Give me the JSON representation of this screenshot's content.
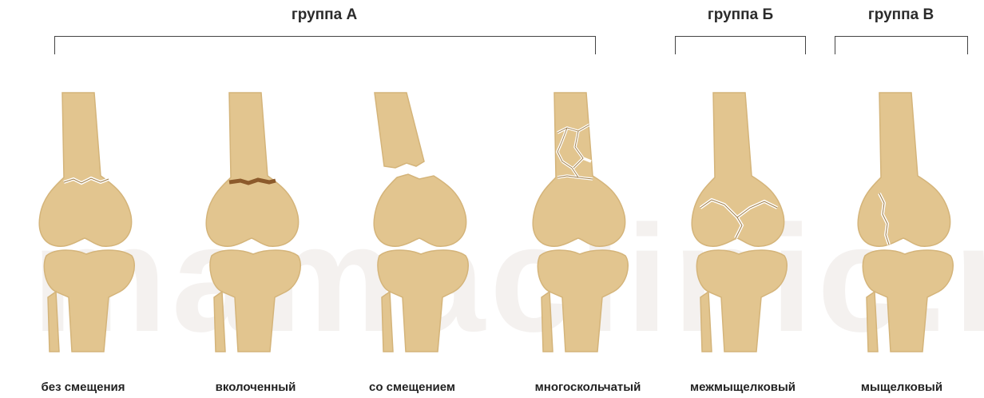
{
  "groups": [
    {
      "label": "группа А"
    },
    {
      "label": "группа Б"
    },
    {
      "label": "группа В"
    }
  ],
  "fractures": [
    {
      "caption": "без смещения"
    },
    {
      "caption": "вколоченный"
    },
    {
      "caption": "со смещением"
    },
    {
      "caption": "многоскольчатый"
    },
    {
      "caption": "межмыщелковый"
    },
    {
      "caption": "мыщелковый"
    }
  ],
  "watermark": "mamaclinic.ru",
  "colors": {
    "bone": "#E2C58F",
    "bone_shade": "#D4B47A",
    "crack": "#FFFFFF",
    "crack_outline": "#9C7A45",
    "impacted": "#8C5A2B"
  }
}
